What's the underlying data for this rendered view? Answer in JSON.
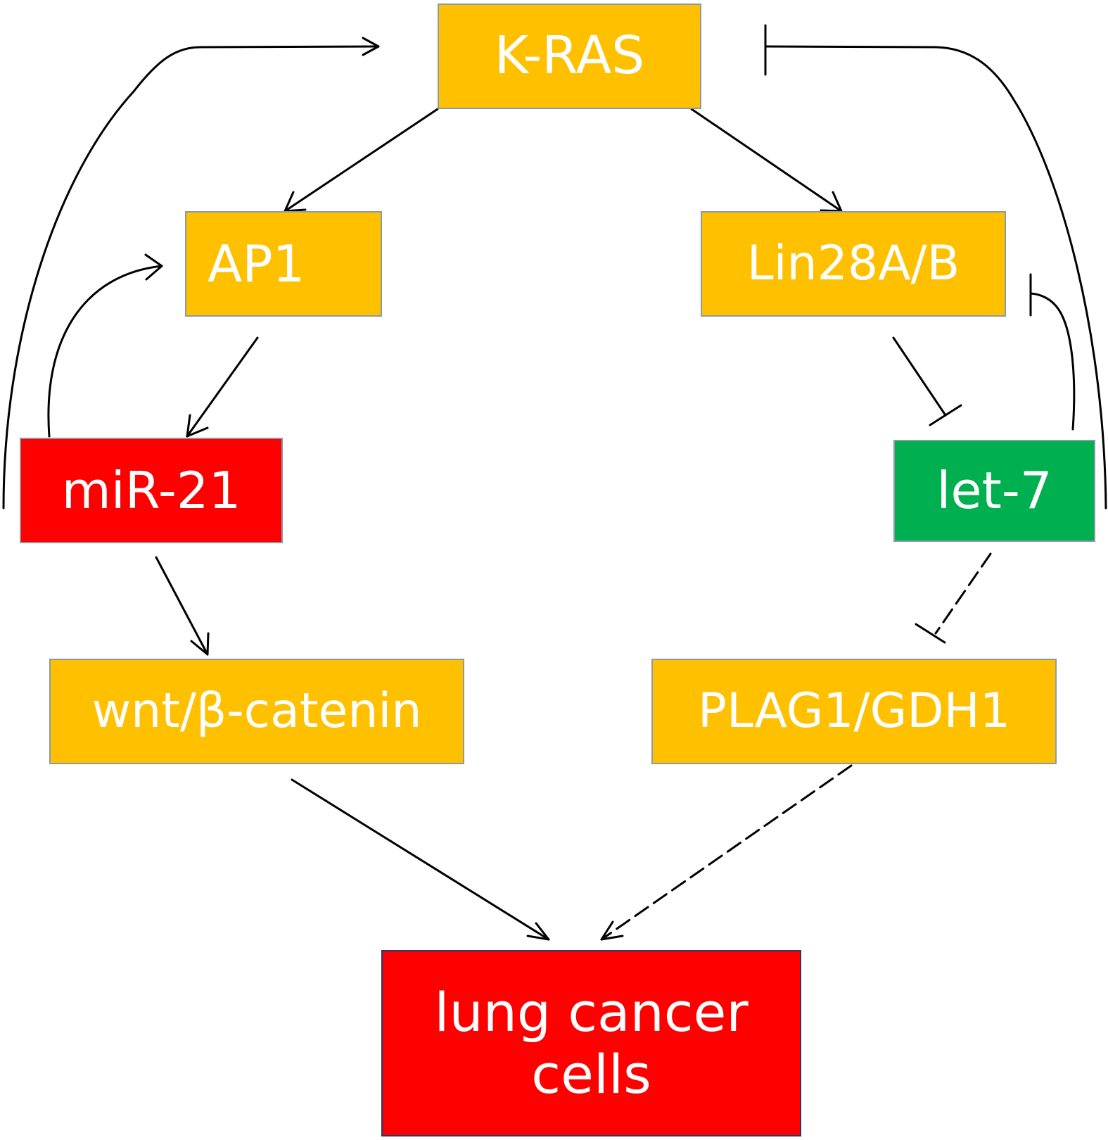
{
  "diagram": {
    "nodes": {
      "kras": {
        "label": "K-RAS",
        "color": "#ffc000"
      },
      "ap1": {
        "label": "AP1",
        "color": "#ffc000"
      },
      "lin28": {
        "label": "Lin28A/B",
        "color": "#ffc000"
      },
      "mir21": {
        "label": "miR-21",
        "color": "#ff0000"
      },
      "let7": {
        "label": "let-7",
        "color": "#00b050"
      },
      "wnt": {
        "label": "wnt/β-catenin",
        "color": "#ffc000"
      },
      "plag1": {
        "label": "PLAG1/GDH1",
        "color": "#ffc000"
      },
      "lung": {
        "label": "lung cancer\ncells",
        "color": "#ff0000"
      }
    },
    "edges": [
      {
        "from": "kras",
        "to": "ap1",
        "type": "activation",
        "style": "solid"
      },
      {
        "from": "kras",
        "to": "lin28",
        "type": "activation",
        "style": "solid"
      },
      {
        "from": "ap1",
        "to": "mir21",
        "type": "activation",
        "style": "solid"
      },
      {
        "from": "mir21",
        "to": "ap1",
        "type": "activation",
        "style": "solid"
      },
      {
        "from": "mir21",
        "to": "kras",
        "type": "activation",
        "style": "solid"
      },
      {
        "from": "mir21",
        "to": "wnt",
        "type": "activation",
        "style": "solid"
      },
      {
        "from": "lin28",
        "to": "let7",
        "type": "inhibition",
        "style": "solid"
      },
      {
        "from": "let7",
        "to": "lin28",
        "type": "inhibition",
        "style": "solid"
      },
      {
        "from": "let7",
        "to": "kras",
        "type": "inhibition",
        "style": "solid"
      },
      {
        "from": "let7",
        "to": "plag1",
        "type": "inhibition",
        "style": "dashed"
      },
      {
        "from": "wnt",
        "to": "lung",
        "type": "activation",
        "style": "solid"
      },
      {
        "from": "plag1",
        "to": "lung",
        "type": "activation",
        "style": "dashed"
      }
    ]
  }
}
